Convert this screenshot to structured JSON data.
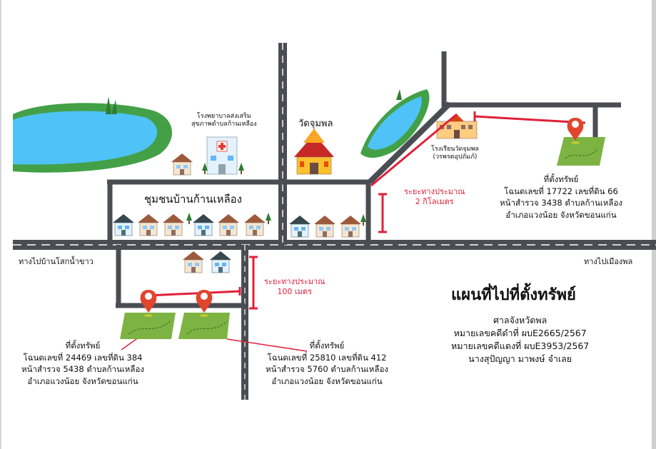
{
  "places": {
    "hospital": "โรงพยาบาลส่งเสริมสุขภาพตำบลก้านเหลือง",
    "hospital_line1": "โรงพยาบาลส่งเสริม",
    "hospital_line2": "สุขภาพตำบลก้านเหลือง",
    "temple": "วัดจุมพล",
    "community": "ชุมชนบ้านก้านเหลือง",
    "school_line1": "โรงเรียนวัดจุมพล",
    "school_line2": "(วรพรตอุปถัมภ์)"
  },
  "directions": {
    "west": "ทางไปบ้านโสกน้ำขาว",
    "east": "ทางไปเมืองพล"
  },
  "distances": {
    "far_line1": "ระยะทางประมาณ",
    "far_line2": "2 กิโลเมตร",
    "near_line1": "ระยะทางประมาณ",
    "near_line2": "100 เมตร"
  },
  "properties": [
    {
      "title": "ที่ตั้งทรัพย์",
      "line1": "โฉนดเลขที่ 17722 เลขที่ดิน 66",
      "line2": "หน้าสำรวจ 3438 ตำบลก้านเหลือง",
      "line3": "อำเภอแวงน้อย จังหวัดขอนแก่น"
    },
    {
      "title": "ที่ตั้งทรัพย์",
      "line1": "โฉนดเลขที่ 24469 เลขที่ดิน 384",
      "line2": "หน้าสำรวจ 5438 ตำบลก้านเหลือง",
      "line3": "อำเภอแวงน้อย จังหวัดขอนแก่น"
    },
    {
      "title": "ที่ตั้งทรัพย์",
      "line1": "โฉนดเลขที่ 25810 เลขที่ดิน 412",
      "line2": "หน้าสำรวจ 5760 ตำบลก้านเหลือง",
      "line3": "อำเภอแวงน้อย จังหวัดขอนแก่น"
    }
  ],
  "info": {
    "title": "แผนที่ไปที่ตั้งทรัพย์",
    "court": "ศาลจังหวัดพล",
    "black_case": "หมายเลขคดีดำที่ ผบE2665/2567",
    "red_case": "หมายเลขคดีแดงที่ ผบE3953/2567",
    "debtor": "นางสุปัญญา  มาพงษ์ จำเลย"
  },
  "colors": {
    "road": "#4a4d52",
    "road_marking": "#ffffff",
    "red_line": "#e0203a",
    "pin": "#e2452e",
    "land": "#7cb342",
    "pond_green": "#43a047",
    "pond_water": "#4fc3f7"
  }
}
